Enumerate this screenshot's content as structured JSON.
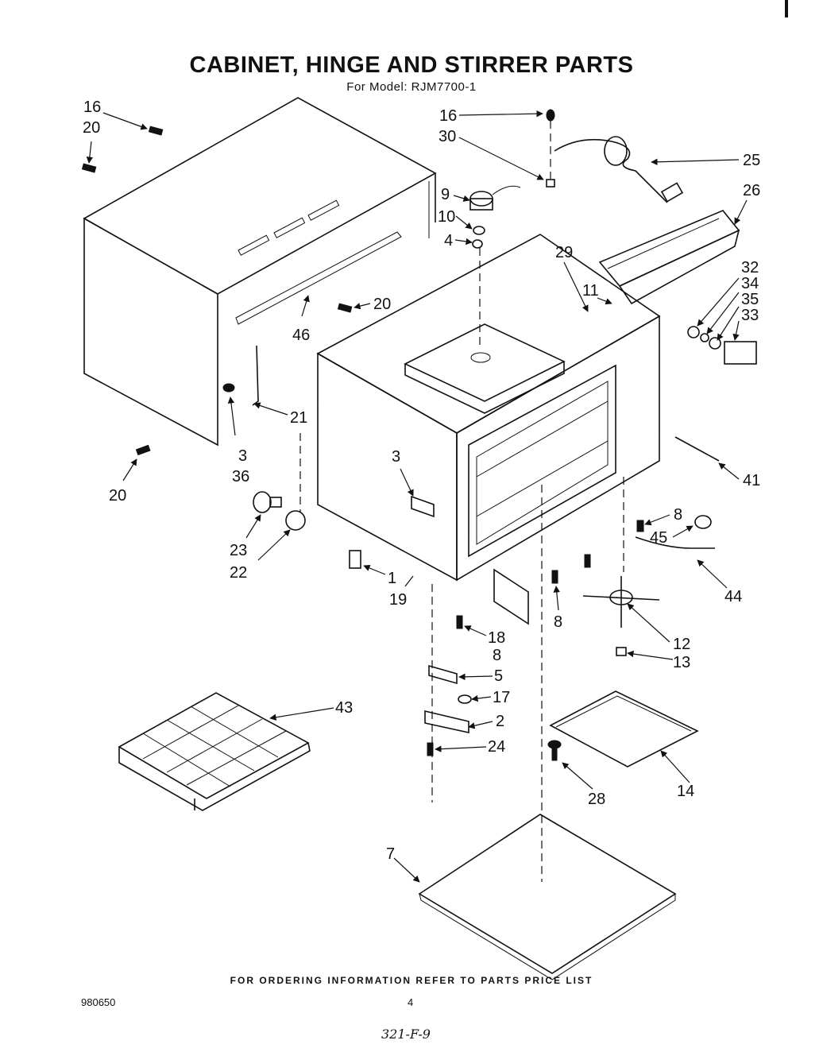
{
  "header": {
    "title": "CABINET, HINGE AND STIRRER PARTS",
    "subtitle": "For Model: RJM7700-1"
  },
  "footer": {
    "ordering_note": "FOR ORDERING INFORMATION REFER TO PARTS PRICE LIST",
    "document_code": "980650",
    "page_number": "4",
    "handwritten_note": "321-F-9"
  },
  "callouts": [
    {
      "id": "16-left",
      "text": "16"
    },
    {
      "id": "20-top-left",
      "text": "20"
    },
    {
      "id": "16-top",
      "text": "16"
    },
    {
      "id": "30",
      "text": "30"
    },
    {
      "id": "25",
      "text": "25"
    },
    {
      "id": "26",
      "text": "26"
    },
    {
      "id": "9",
      "text": "9"
    },
    {
      "id": "10",
      "text": "10"
    },
    {
      "id": "4",
      "text": "4"
    },
    {
      "id": "29",
      "text": "29"
    },
    {
      "id": "11",
      "text": "11"
    },
    {
      "id": "32",
      "text": "32"
    },
    {
      "id": "34",
      "text": "34"
    },
    {
      "id": "35",
      "text": "35"
    },
    {
      "id": "33",
      "text": "33"
    },
    {
      "id": "20-mid",
      "text": "20"
    },
    {
      "id": "46",
      "text": "46"
    },
    {
      "id": "21",
      "text": "21"
    },
    {
      "id": "3-left",
      "text": "3"
    },
    {
      "id": "36",
      "text": "36"
    },
    {
      "id": "3-center",
      "text": "3"
    },
    {
      "id": "20-bottom-left",
      "text": "20"
    },
    {
      "id": "41",
      "text": "41"
    },
    {
      "id": "8-right",
      "text": "8"
    },
    {
      "id": "45",
      "text": "45"
    },
    {
      "id": "23",
      "text": "23"
    },
    {
      "id": "22",
      "text": "22"
    },
    {
      "id": "1",
      "text": "1"
    },
    {
      "id": "19",
      "text": "19"
    },
    {
      "id": "44",
      "text": "44"
    },
    {
      "id": "8-center",
      "text": "8"
    },
    {
      "id": "18",
      "text": "18"
    },
    {
      "id": "8-lower",
      "text": "8"
    },
    {
      "id": "12",
      "text": "12"
    },
    {
      "id": "13",
      "text": "13"
    },
    {
      "id": "5",
      "text": "5"
    },
    {
      "id": "17",
      "text": "17"
    },
    {
      "id": "43",
      "text": "43"
    },
    {
      "id": "2",
      "text": "2"
    },
    {
      "id": "24",
      "text": "24"
    },
    {
      "id": "28",
      "text": "28"
    },
    {
      "id": "14",
      "text": "14"
    },
    {
      "id": "7",
      "text": "7"
    }
  ]
}
